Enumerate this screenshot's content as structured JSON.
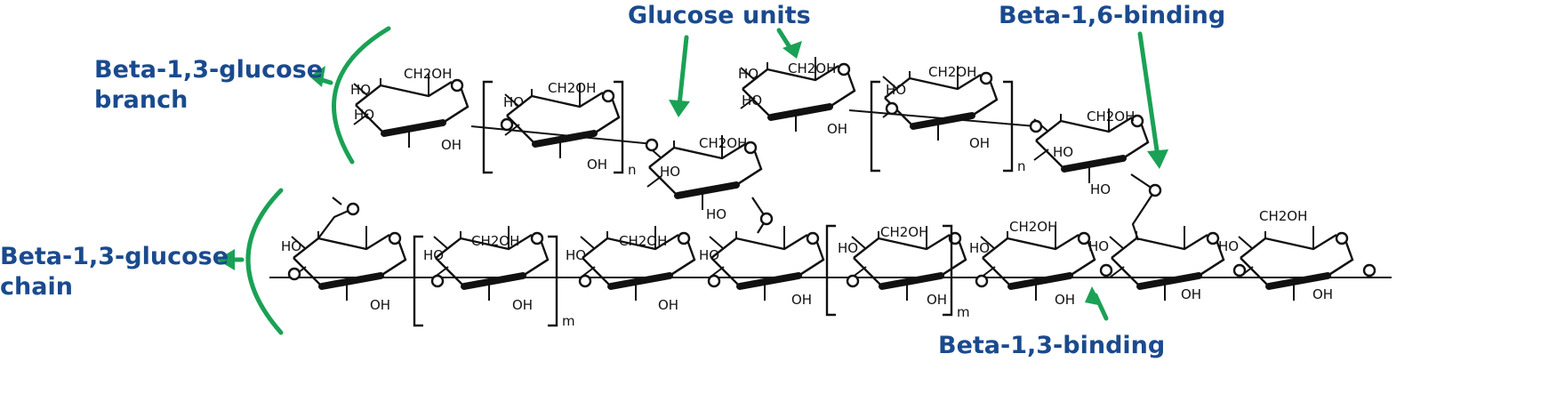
{
  "labels": {
    "glucose_units": "Glucose units",
    "beta16": "Beta-1,6-binding",
    "beta13_branch_l1": "Beta-1,3-glucose",
    "beta13_branch_l2": "branch",
    "beta13_chain_l1": "Beta-1,3-glucose",
    "beta13_chain_l2": "chain",
    "beta13_binding": "Beta-1,3-binding"
  },
  "atoms": {
    "ho": "HO",
    "oh": "OH",
    "ch2oh": "CH2OH",
    "subscript_n": "n",
    "subscript_m": "m"
  },
  "colors": {
    "label": "#1a4a8e",
    "arrow": "#1aa155",
    "structure": "#111111"
  }
}
